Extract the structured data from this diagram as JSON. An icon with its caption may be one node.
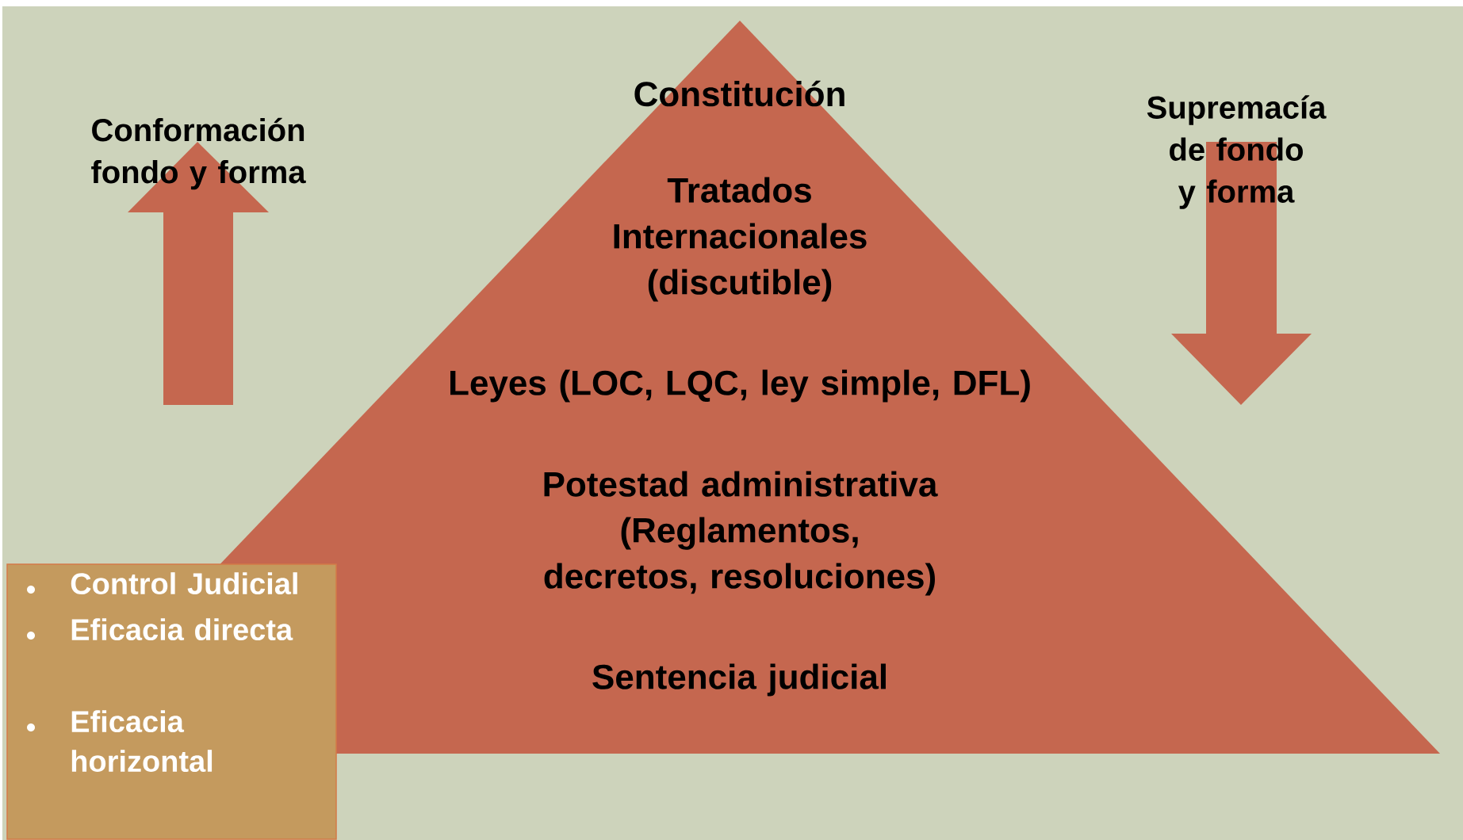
{
  "diagram": {
    "nodes": [
      {
        "text": [
          "Constitución",
          "Tratados Internacionales (discutible)",
          "Leyes (LOC, LQC, ley simple, DFL)",
          "Potestad administrativa (Reglamentos, decretos, resoluciones)",
          "Sentencia judicial"
        ]
      },
      {
        "text": [
          "Conformación fondo y forma"
        ]
      },
      {
        "text": [
          "Supremacía de fondo y forma"
        ]
      },
      {
        "text": [
          "Control Judicial",
          "Eficacia directa",
          "Eficacia horizontal"
        ]
      }
    ]
  }
}
